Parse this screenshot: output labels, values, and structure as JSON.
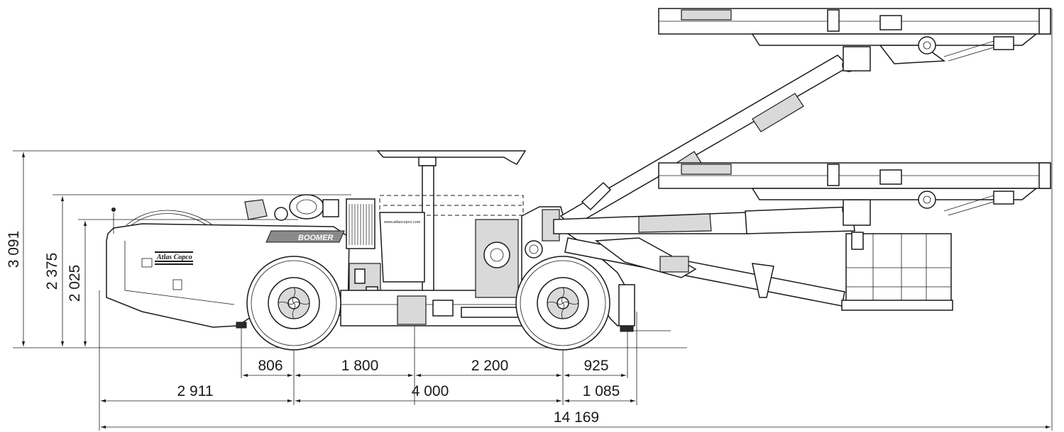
{
  "vertical_dimensions": [
    {
      "id": "v1",
      "value": "3 091"
    },
    {
      "id": "v2",
      "value": "2 375"
    },
    {
      "id": "v3",
      "value": "2 025"
    }
  ],
  "horizontal_dimensions": {
    "row1": [
      "806",
      "1 800",
      "2 200",
      "925"
    ],
    "row2": [
      "2 911",
      "4 000",
      "1 085"
    ],
    "row3": [
      "14 169"
    ]
  },
  "vehicle": {
    "brand": "Atlas Copco",
    "model_badge": "BOOMER",
    "website": "www.atlascopco.com"
  }
}
